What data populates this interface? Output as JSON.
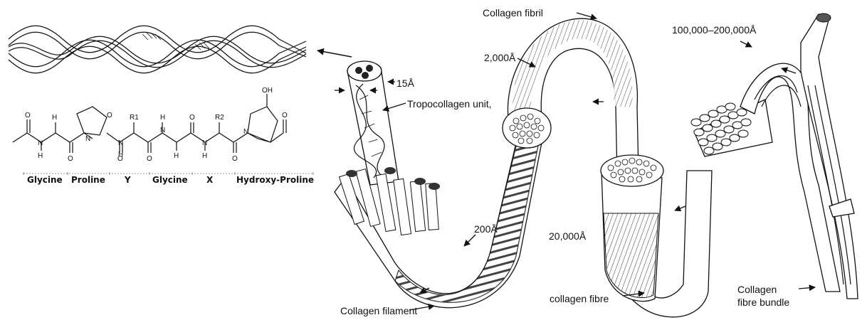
{
  "residues": [
    "Glycine",
    "Proline",
    "Y",
    "Glycine",
    "X",
    "Hydroxy-Proline"
  ],
  "atoms": {
    "o": "O",
    "n": "N",
    "h": "H",
    "r1": "R1",
    "r2": "R2",
    "oh": "OH"
  },
  "labels": {
    "collagen_fibril": "Collagen fibril",
    "size_2000": "2,000Å",
    "size_bundle": "100,000–200,000Å",
    "size_15": "15Å",
    "tropocollagen": "Tropocollagen unit,",
    "size_200": "200Å",
    "size_20000": "20,000Å",
    "collagen_filament": "Collagen filament",
    "collagen_fibre": "collagen fibre",
    "bundle_line1": "Collagen",
    "bundle_line2": "fibre bundle"
  }
}
